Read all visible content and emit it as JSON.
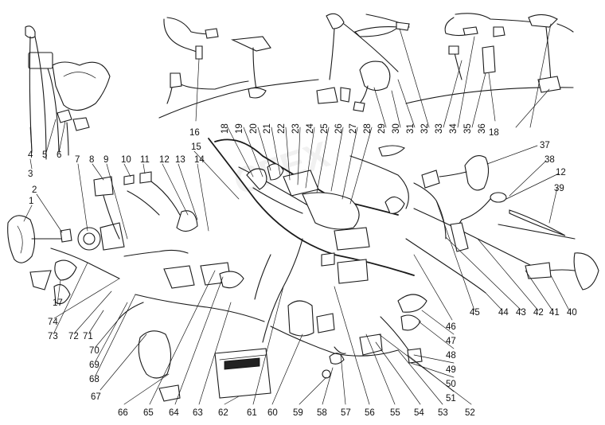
{
  "watermark": "CFEX",
  "top_callouts": [
    {
      "label": "4"
    },
    {
      "label": "5"
    },
    {
      "label": "6"
    },
    {
      "label": "16"
    },
    {
      "label": "16"
    },
    {
      "label": "3"
    },
    {
      "label": "18"
    },
    {
      "label": "19"
    },
    {
      "label": "20"
    },
    {
      "label": "21"
    },
    {
      "label": "22"
    },
    {
      "label": "23"
    },
    {
      "label": "24"
    },
    {
      "label": "25"
    },
    {
      "label": "26"
    },
    {
      "label": "27"
    },
    {
      "label": "28"
    },
    {
      "label": "29"
    },
    {
      "label": "30"
    },
    {
      "label": "31"
    },
    {
      "label": "32"
    },
    {
      "label": "33"
    },
    {
      "label": "34"
    },
    {
      "label": "35"
    },
    {
      "label": "36"
    }
  ],
  "callouts": [
    "1",
    "2",
    "7",
    "8",
    "9",
    "10",
    "11",
    "12",
    "13",
    "14",
    "15",
    "17",
    "37",
    "38",
    "12",
    "39",
    "40",
    "41",
    "42",
    "43",
    "44",
    "45",
    "46",
    "47",
    "48",
    "49",
    "50",
    "51",
    "52",
    "53",
    "54",
    "55",
    "56",
    "57",
    "58",
    "59",
    "60",
    "61",
    "62",
    "63",
    "64",
    "65",
    "66",
    "67",
    "68",
    "69",
    "70",
    "71",
    "72",
    "73",
    "74"
  ]
}
